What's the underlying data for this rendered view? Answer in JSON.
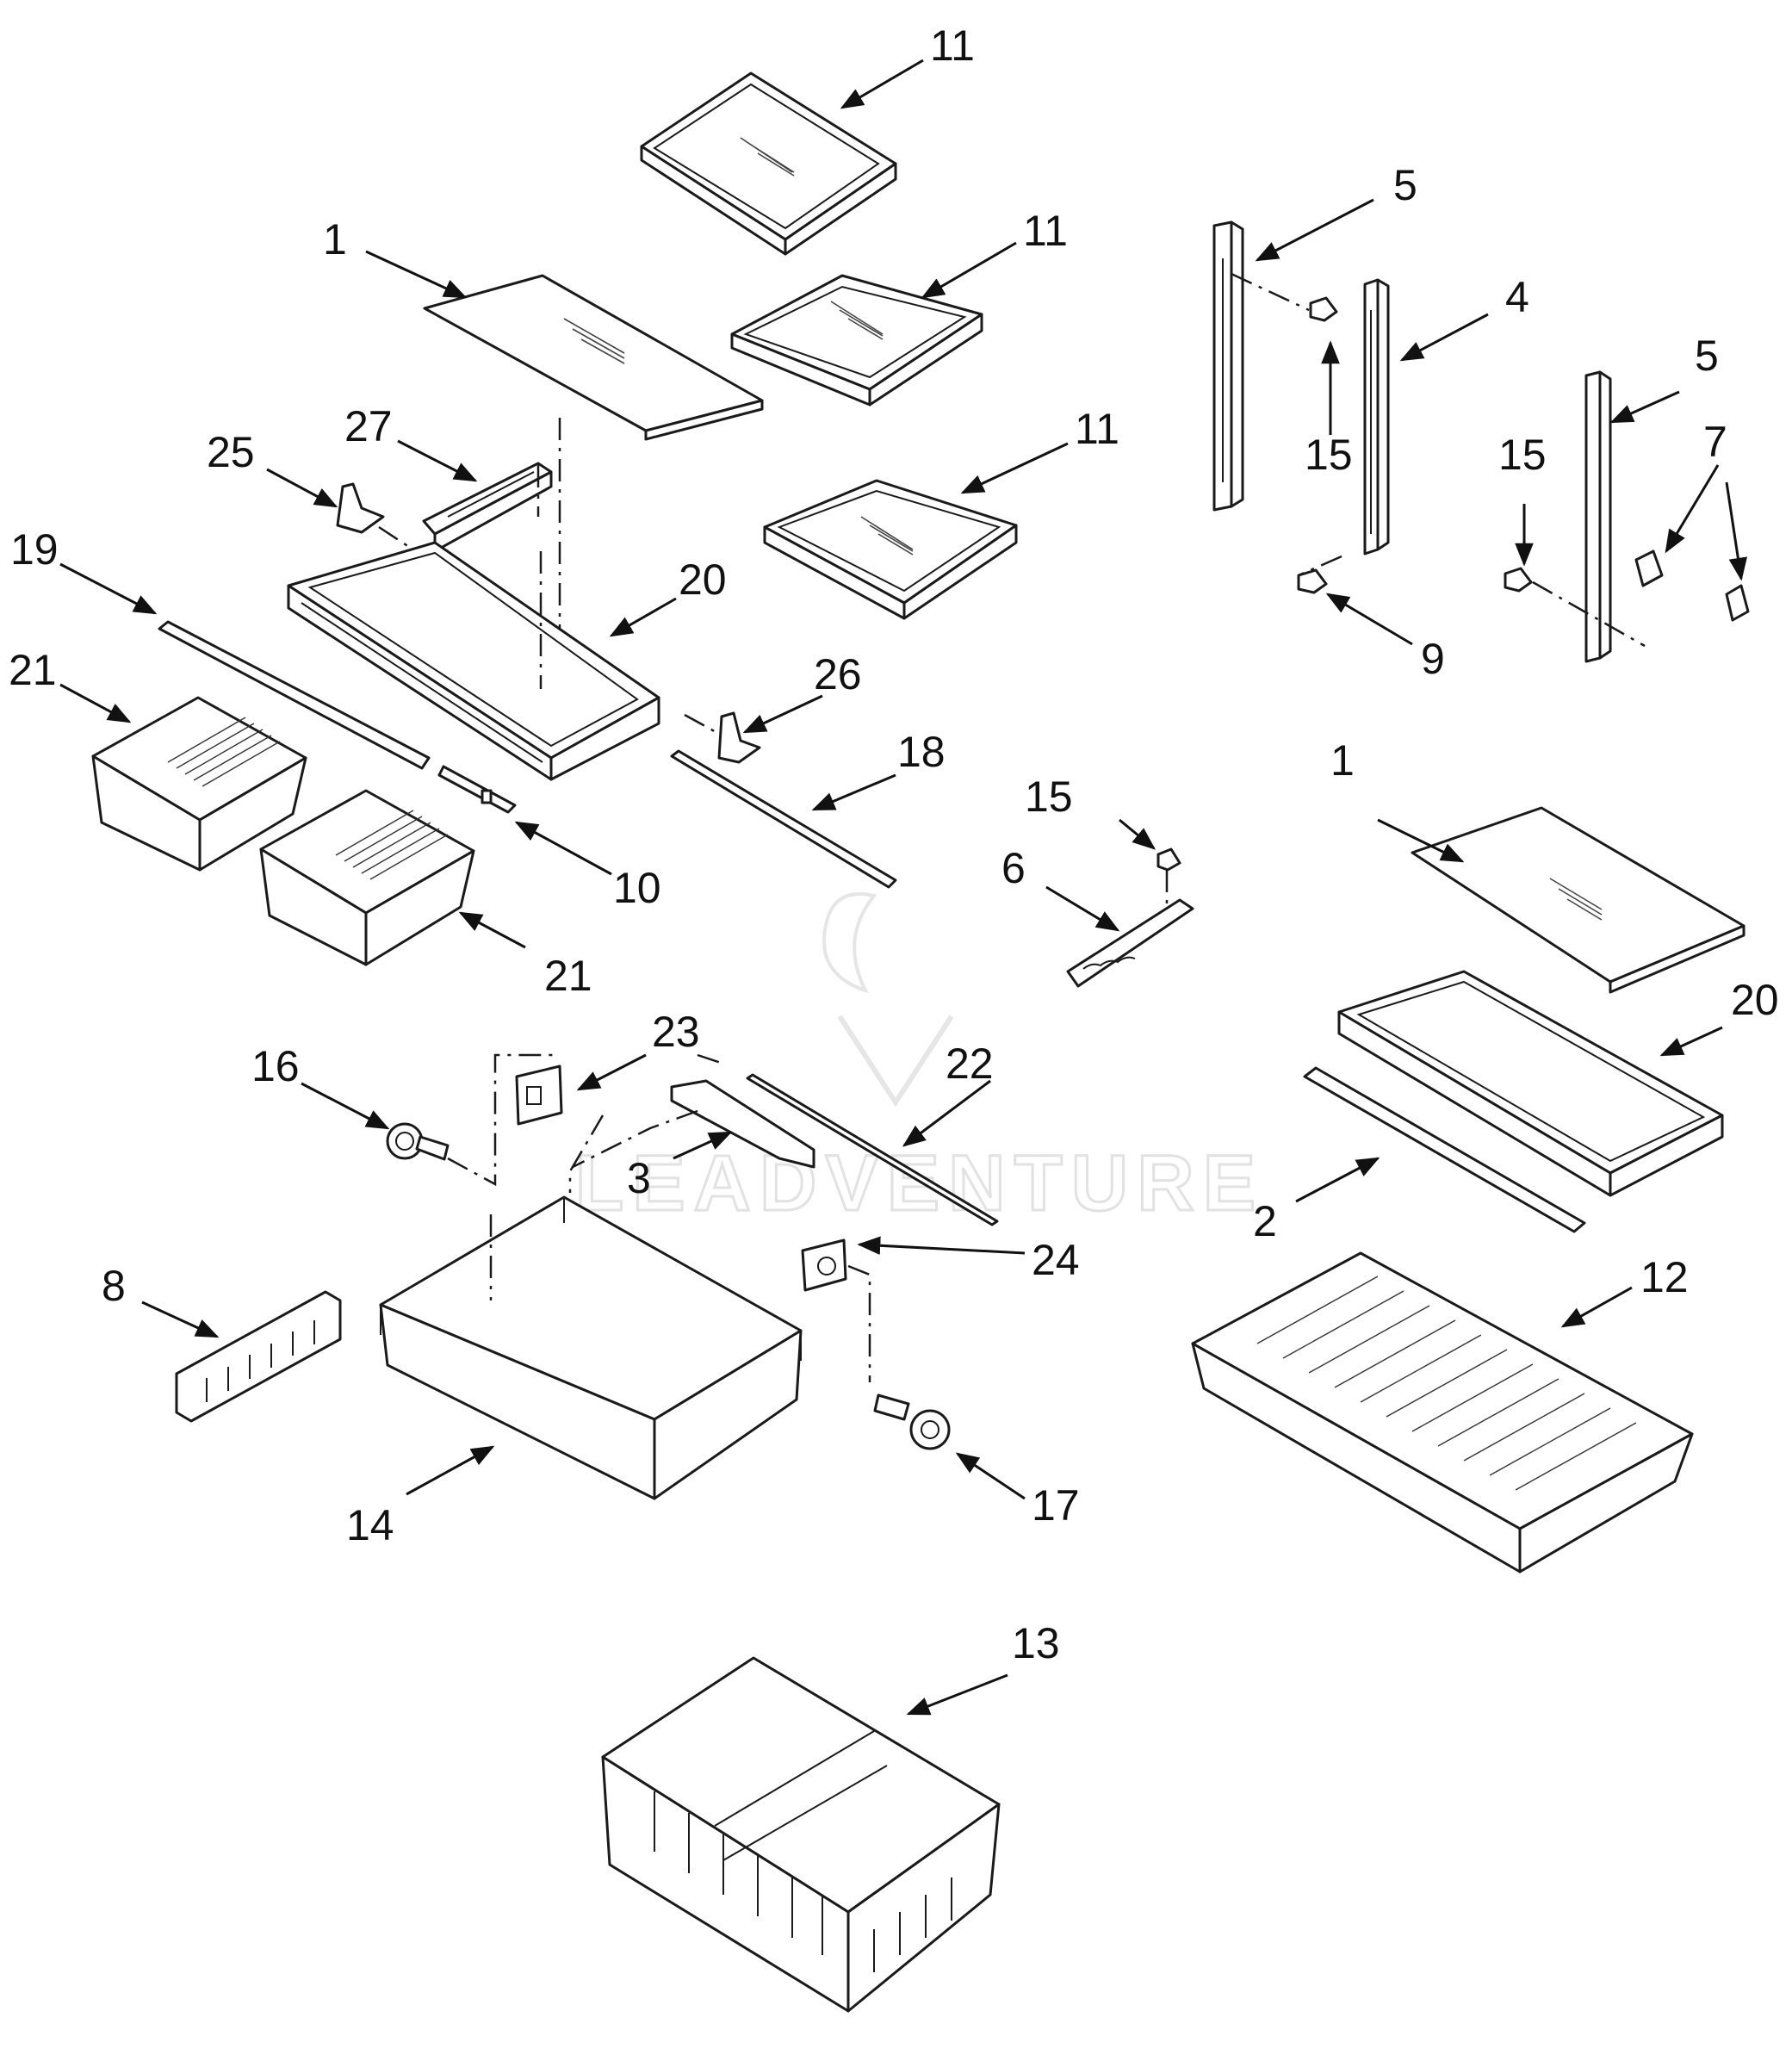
{
  "watermark": {
    "text": "LEADVENTURE"
  },
  "callouts": [
    {
      "id": "c11a",
      "text": "11"
    },
    {
      "id": "c1a",
      "text": "1"
    },
    {
      "id": "c11b",
      "text": "11"
    },
    {
      "id": "c11c",
      "text": "11"
    },
    {
      "id": "c27",
      "text": "27"
    },
    {
      "id": "c25",
      "text": "25"
    },
    {
      "id": "c19",
      "text": "19"
    },
    {
      "id": "c20a",
      "text": "20"
    },
    {
      "id": "c21a",
      "text": "21"
    },
    {
      "id": "c26",
      "text": "26"
    },
    {
      "id": "c18",
      "text": "18"
    },
    {
      "id": "c10",
      "text": "10"
    },
    {
      "id": "c21b",
      "text": "21"
    },
    {
      "id": "c5a",
      "text": "5"
    },
    {
      "id": "c4",
      "text": "4"
    },
    {
      "id": "c15a",
      "text": "15"
    },
    {
      "id": "c5b",
      "text": "5"
    },
    {
      "id": "c15b",
      "text": "15"
    },
    {
      "id": "c7",
      "text": "7"
    },
    {
      "id": "c9",
      "text": "9"
    },
    {
      "id": "c1b",
      "text": "1"
    },
    {
      "id": "c15c",
      "text": "15"
    },
    {
      "id": "c6",
      "text": "6"
    },
    {
      "id": "c20b",
      "text": "20"
    },
    {
      "id": "c2",
      "text": "2"
    },
    {
      "id": "c23",
      "text": "23"
    },
    {
      "id": "c16",
      "text": "16"
    },
    {
      "id": "c22",
      "text": "22"
    },
    {
      "id": "c3",
      "text": "3"
    },
    {
      "id": "c24",
      "text": "24"
    },
    {
      "id": "c8",
      "text": "8"
    },
    {
      "id": "c12",
      "text": "12"
    },
    {
      "id": "c14",
      "text": "14"
    },
    {
      "id": "c17",
      "text": "17"
    },
    {
      "id": "c13",
      "text": "13"
    }
  ]
}
